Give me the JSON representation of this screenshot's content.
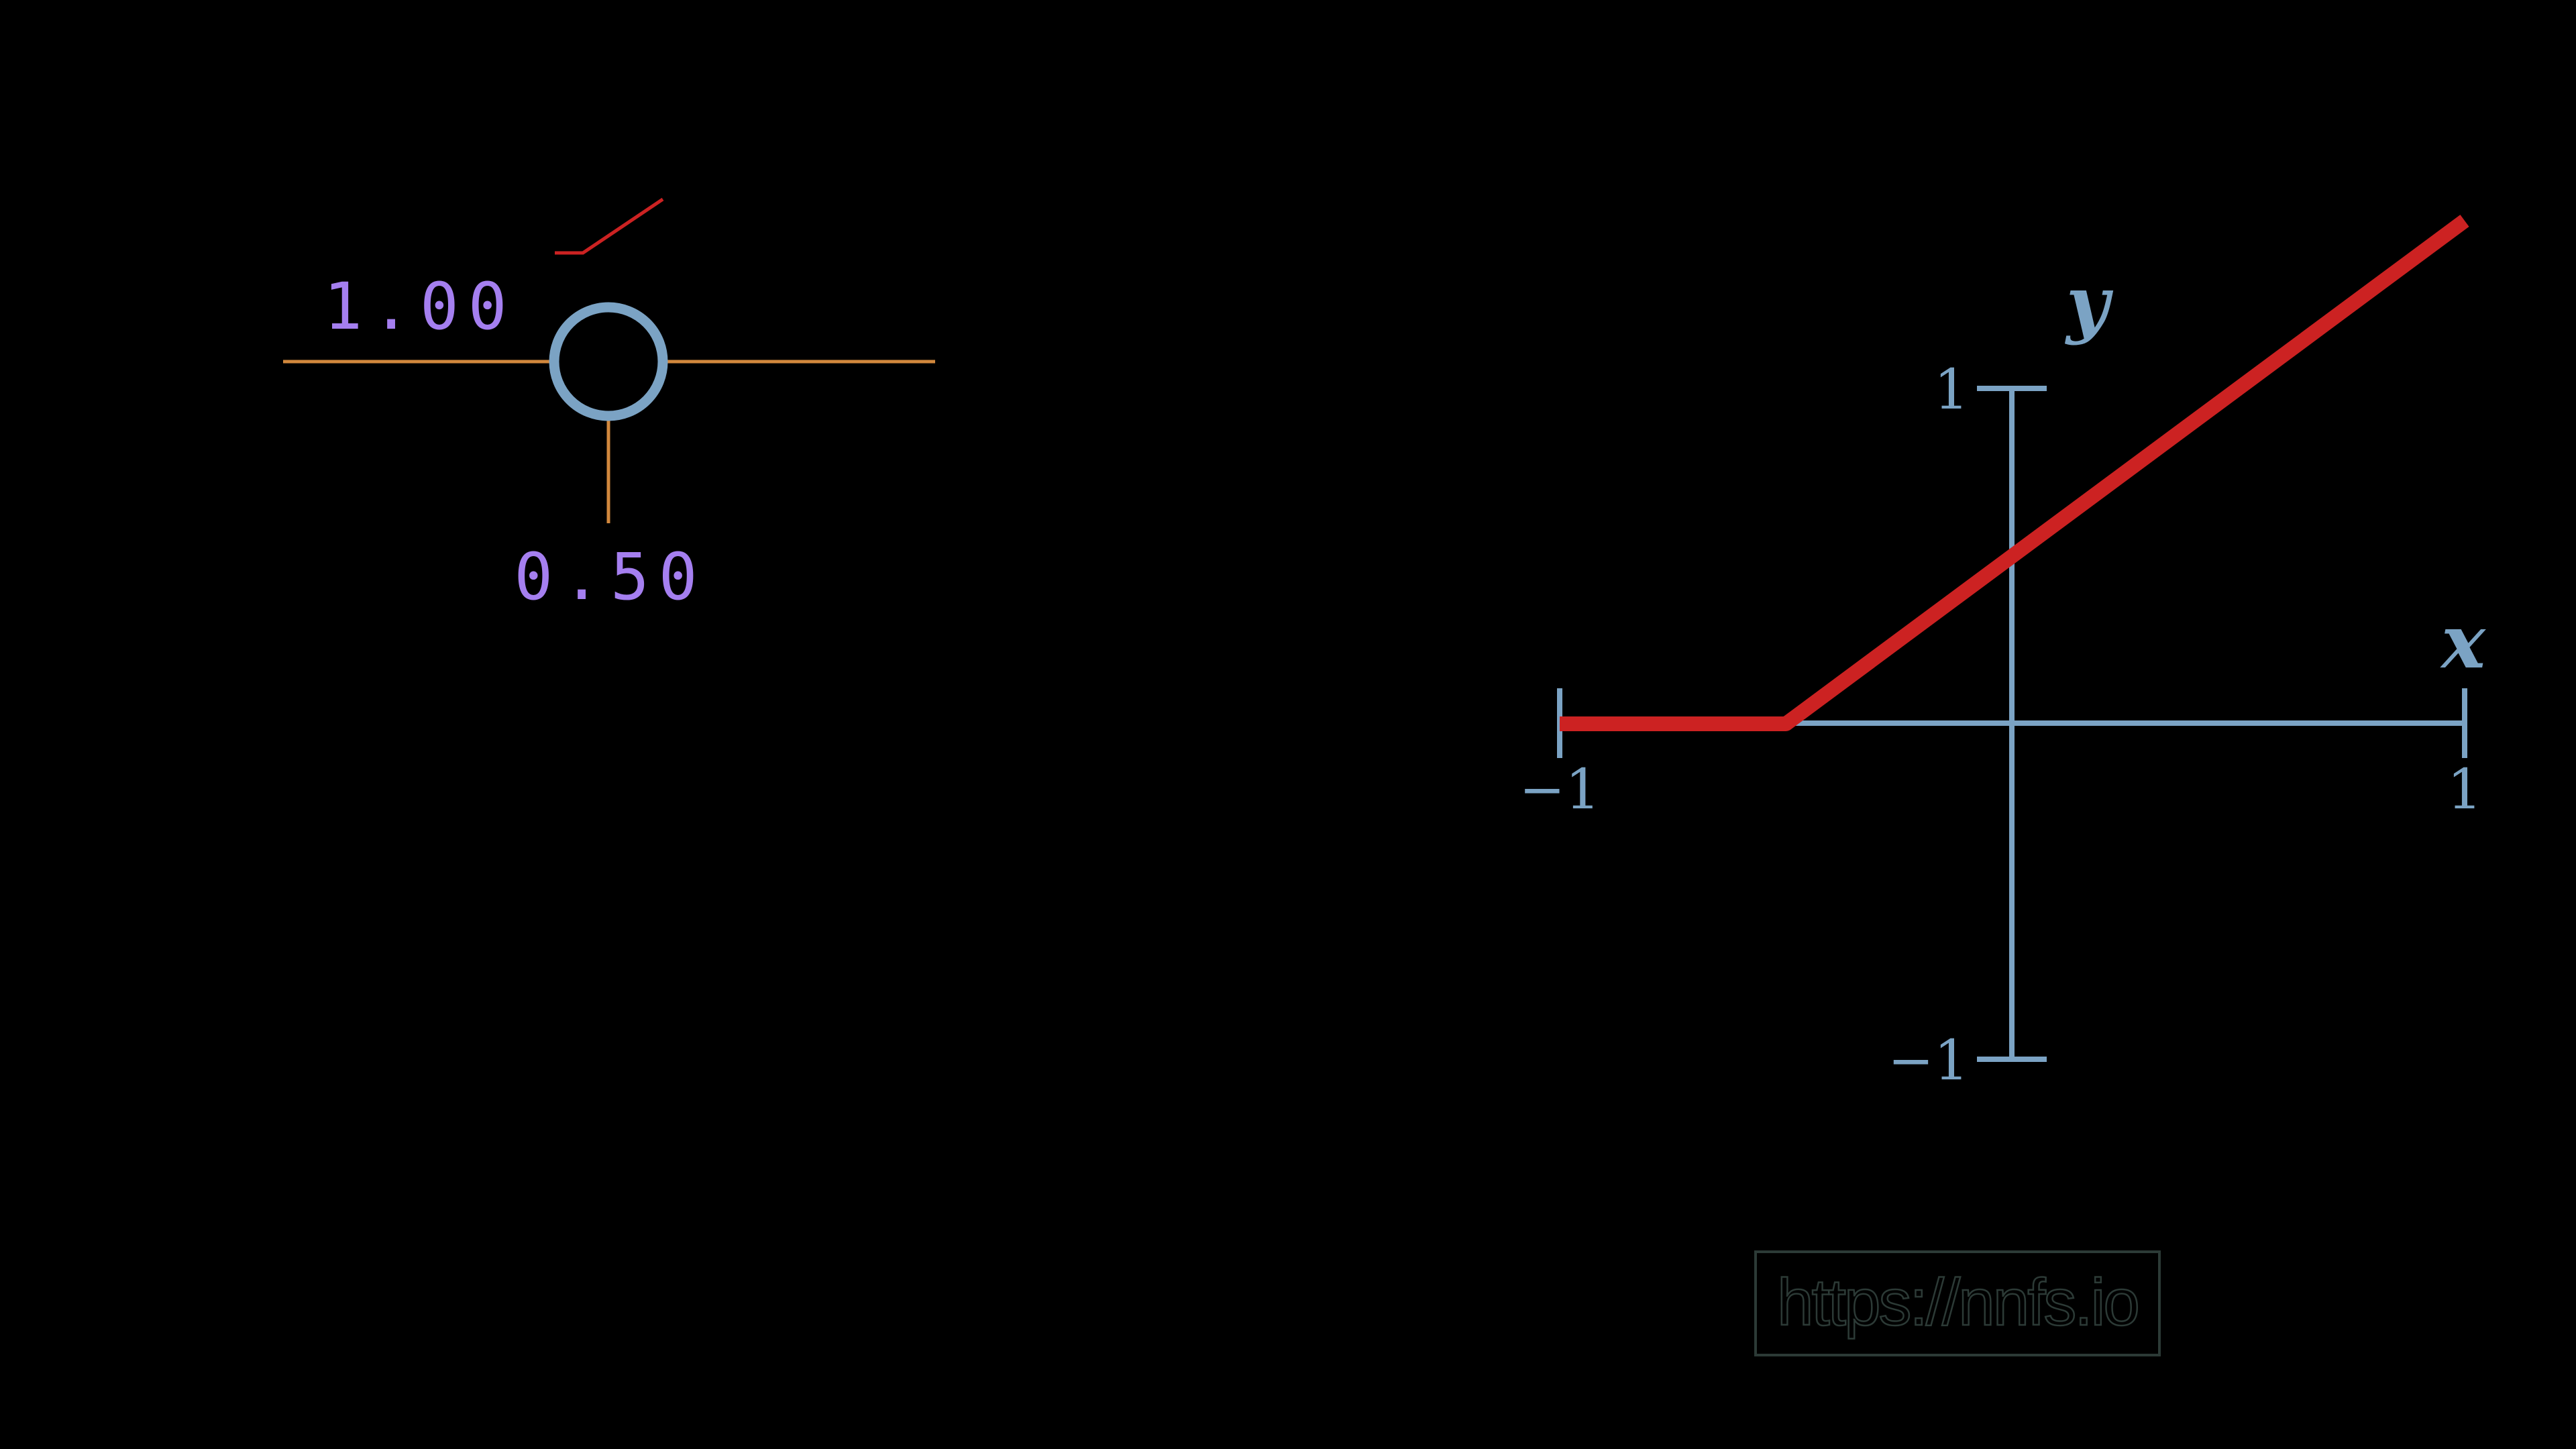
{
  "neuron": {
    "weight_text": "1.00",
    "bias_text": "0.50",
    "weight": 1.0,
    "bias": 0.5
  },
  "chart_data": {
    "type": "line",
    "title": "",
    "xlabel": "x",
    "ylabel": "y",
    "xlim": [
      -1,
      1
    ],
    "ylim": [
      -1,
      1
    ],
    "x_ticks": [
      {
        "value": -1,
        "label": "−1"
      },
      {
        "value": 1,
        "label": "1"
      }
    ],
    "y_ticks": [
      {
        "value": 1,
        "label": "1"
      },
      {
        "value": -1,
        "label": "−1"
      }
    ],
    "series": [
      {
        "x": [
          -1,
          -0.5,
          1
        ],
        "y": [
          0,
          0,
          1.5
        ]
      }
    ],
    "grid": false,
    "legend": "none"
  },
  "watermark": {
    "text": "https://nnfs.io"
  },
  "colors": {
    "background": "#000000",
    "axis": "#7ba3c4",
    "relu_line": "#cc2222",
    "connection": "#d2883d",
    "label": "#a57ff0",
    "watermark": "#2c3a36"
  }
}
